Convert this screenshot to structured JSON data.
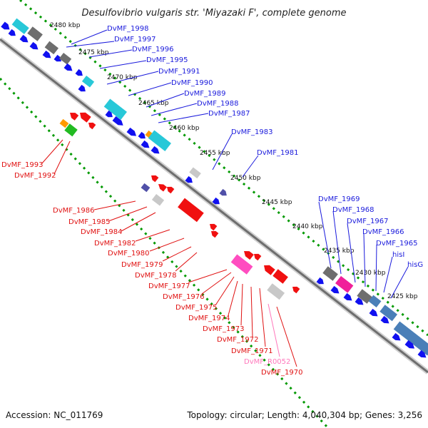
{
  "title": "Desulfovibrio vulgaris str. 'Miyazaki F', complete genome",
  "accession_label": "Accession: NC_011769",
  "summary_label": "Topology: circular; Length: 4,040,304 bp; Genes: 3,256",
  "colors": {
    "forward_label": "#1a1adc",
    "reverse_label": "#e01010",
    "rna_label": "#ff77bb",
    "backbone": "#808080",
    "forward_cds": "#1010f0",
    "reverse_cds": "#f01010",
    "dots": "#009900"
  },
  "ticks": [
    {
      "label": "2480 kbp"
    },
    {
      "label": "2475 kbp"
    },
    {
      "label": "2470 kbp"
    },
    {
      "label": "2465 kbp"
    },
    {
      "label": "2460 kbp"
    },
    {
      "label": "2455 kbp"
    },
    {
      "label": "2450 kbp"
    },
    {
      "label": "2445 kbp"
    },
    {
      "label": "2440 kbp"
    },
    {
      "label": "2435 kbp"
    },
    {
      "label": "2430 kbp"
    },
    {
      "label": "2425 kbp"
    }
  ],
  "forward_genes": [
    {
      "label": "DvMF_1998"
    },
    {
      "label": "DvMF_1997"
    },
    {
      "label": "DvMF_1996"
    },
    {
      "label": "DvMF_1995"
    },
    {
      "label": "DvMF_1991"
    },
    {
      "label": "DvMF_1990"
    },
    {
      "label": "DvMF_1989"
    },
    {
      "label": "DvMF_1988"
    },
    {
      "label": "DvMF_1987"
    },
    {
      "label": "DvMF_1983"
    },
    {
      "label": "DvMF_1981"
    },
    {
      "label": "DvMF_1969"
    },
    {
      "label": "DvMF_1968"
    },
    {
      "label": "DvMF_1967"
    },
    {
      "label": "DvMF_1966"
    },
    {
      "label": "DvMF_1965"
    },
    {
      "label": "hisI"
    },
    {
      "label": "hisG"
    }
  ],
  "reverse_genes": [
    {
      "label": "DvMF_1993"
    },
    {
      "label": "DvMF_1992"
    },
    {
      "label": "DvMF_1986"
    },
    {
      "label": "DvMF_1985"
    },
    {
      "label": "DvMF_1984"
    },
    {
      "label": "DvMF_1982"
    },
    {
      "label": "DvMF_1980"
    },
    {
      "label": "DvMF_1979"
    },
    {
      "label": "DvMF_1978"
    },
    {
      "label": "DvMF_1977"
    },
    {
      "label": "DvMF_1976"
    },
    {
      "label": "DvMF_1975"
    },
    {
      "label": "DvMF_1974"
    },
    {
      "label": "DvMF_1973"
    },
    {
      "label": "DvMF_1972"
    },
    {
      "label": "DvMF_1971"
    },
    {
      "label": "DvMF_R0052"
    },
    {
      "label": "DvMF_1970"
    }
  ]
}
